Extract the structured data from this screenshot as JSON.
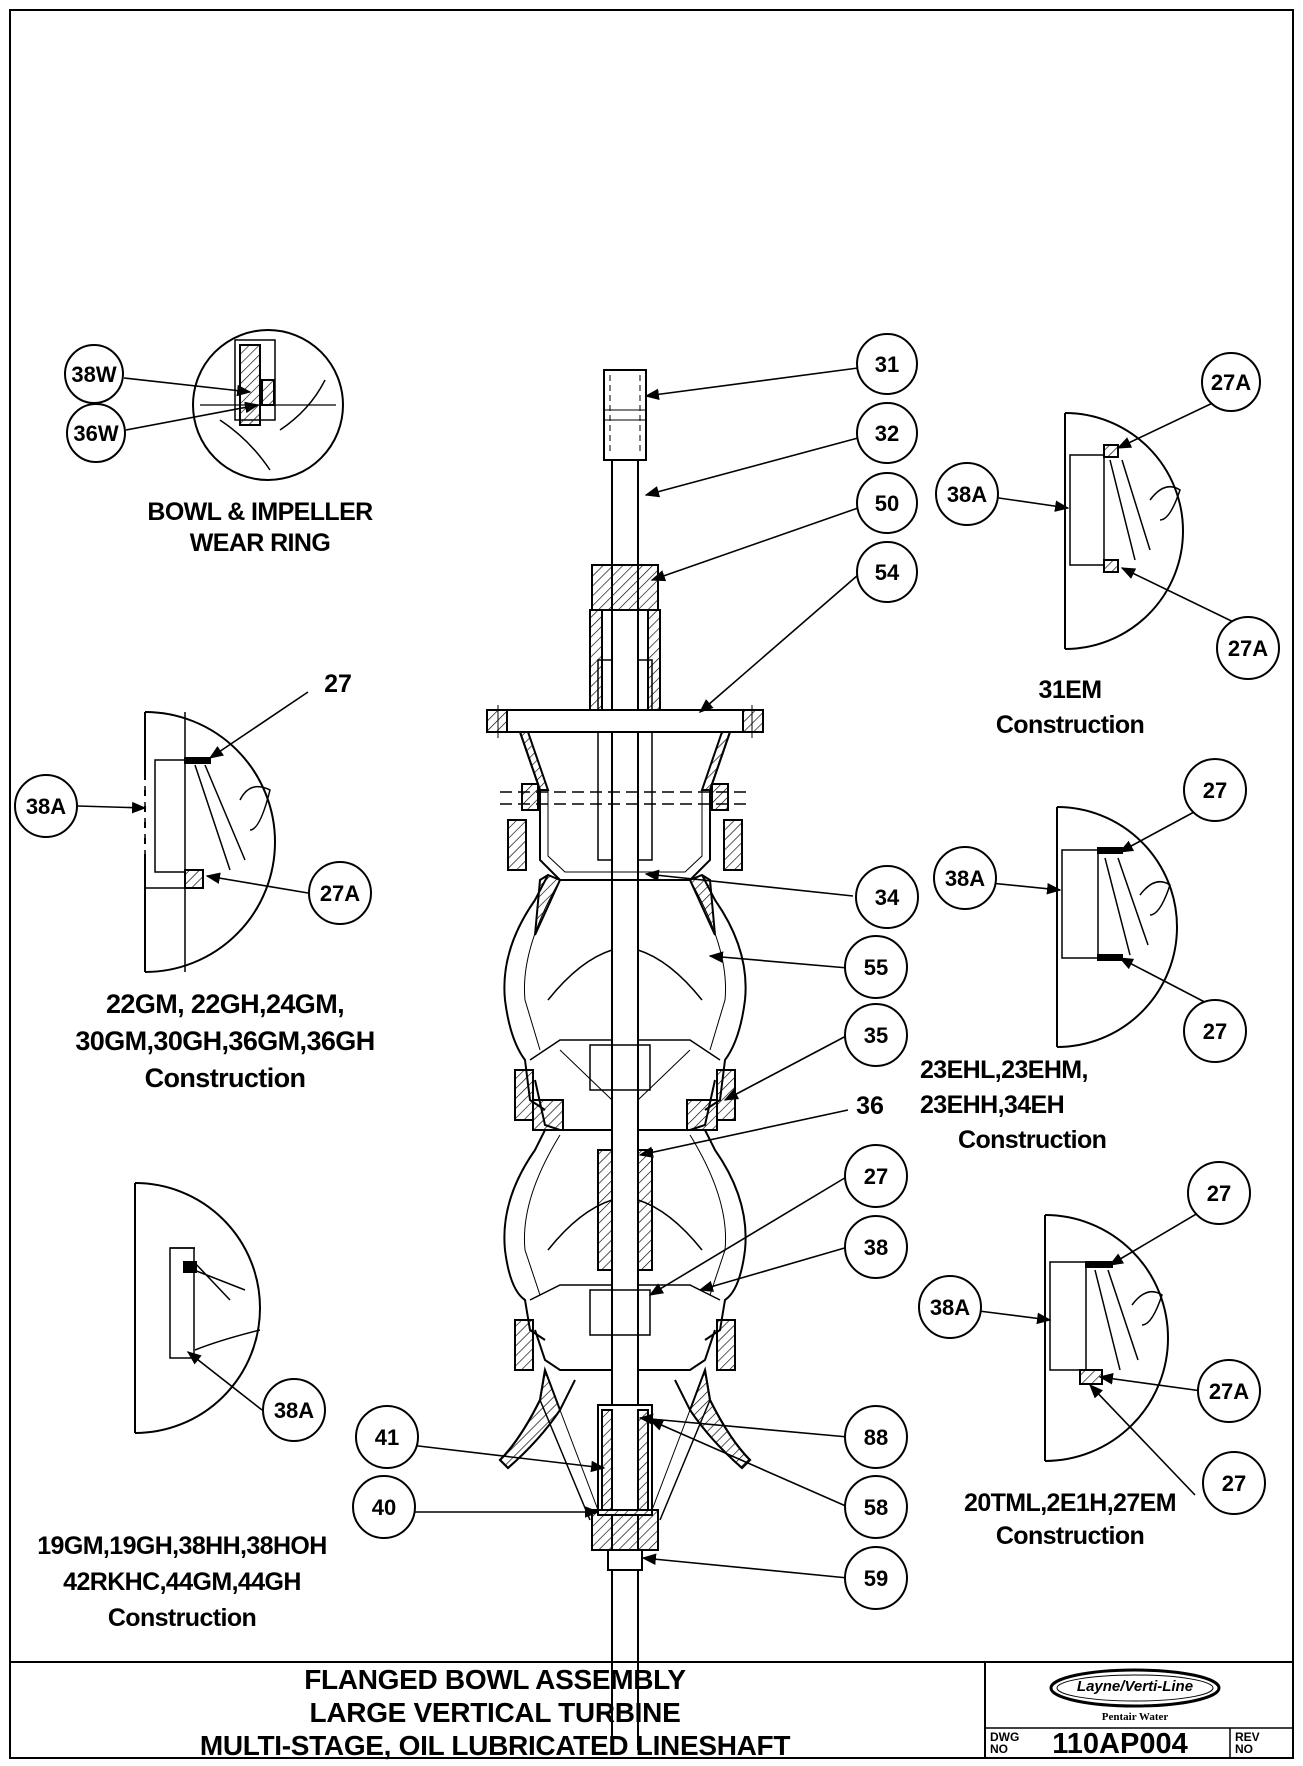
{
  "drawing": {
    "title_lines": [
      "FLANGED BOWL ASSEMBLY",
      "LARGE VERTICAL TURBINE",
      "MULTI-STAGE, OIL LUBRICATED LINESHAFT"
    ],
    "logo_text": "Layne/Verti-Line",
    "company": "Pentair Water",
    "dwg_no_label": [
      "DWG",
      "NO"
    ],
    "dwg_no": "110AP004",
    "rev_label": [
      "REV",
      "NO"
    ]
  },
  "captions": {
    "wear_ring": [
      "BOWL & IMPELLER",
      "WEAR RING"
    ],
    "ga": [
      "22GM, 22GH,24GM,",
      "30GM,30GH,36GM,36GH",
      "Construction"
    ],
    "gb": [
      "19GM,19GH,38HH,38HOH",
      "42RKHC,44GM,44GH",
      "Construction"
    ],
    "em31": [
      "31EM",
      "Construction"
    ],
    "eh": [
      "23EHL,23EHM,",
      "23EHH,34EH",
      "Construction"
    ],
    "tml": [
      "20TML,2E1H,27EM",
      "Construction"
    ]
  },
  "callouts": {
    "c38W": "38W",
    "c36W": "36W",
    "c27_ga_top": "27",
    "c38A_ga": "38A",
    "c27A_ga": "27A",
    "c38A_gb": "38A",
    "c31": "31",
    "c32": "32",
    "c50": "50",
    "c54": "54",
    "c34": "34",
    "c55": "55",
    "c35": "35",
    "c36": "36",
    "c27_main": "27",
    "c38": "38",
    "c88": "88",
    "c58": "58",
    "c59": "59",
    "c41": "41",
    "c40": "40",
    "c27A_em_top": "27A",
    "c38A_em": "38A",
    "c27A_em_bot": "27A",
    "c27_eh_top": "27",
    "c38A_eh": "38A",
    "c27_eh_bot": "27",
    "c27_tml_top": "27",
    "c38A_tml": "38A",
    "c27A_tml": "27A",
    "c27_tml_bot": "27"
  }
}
